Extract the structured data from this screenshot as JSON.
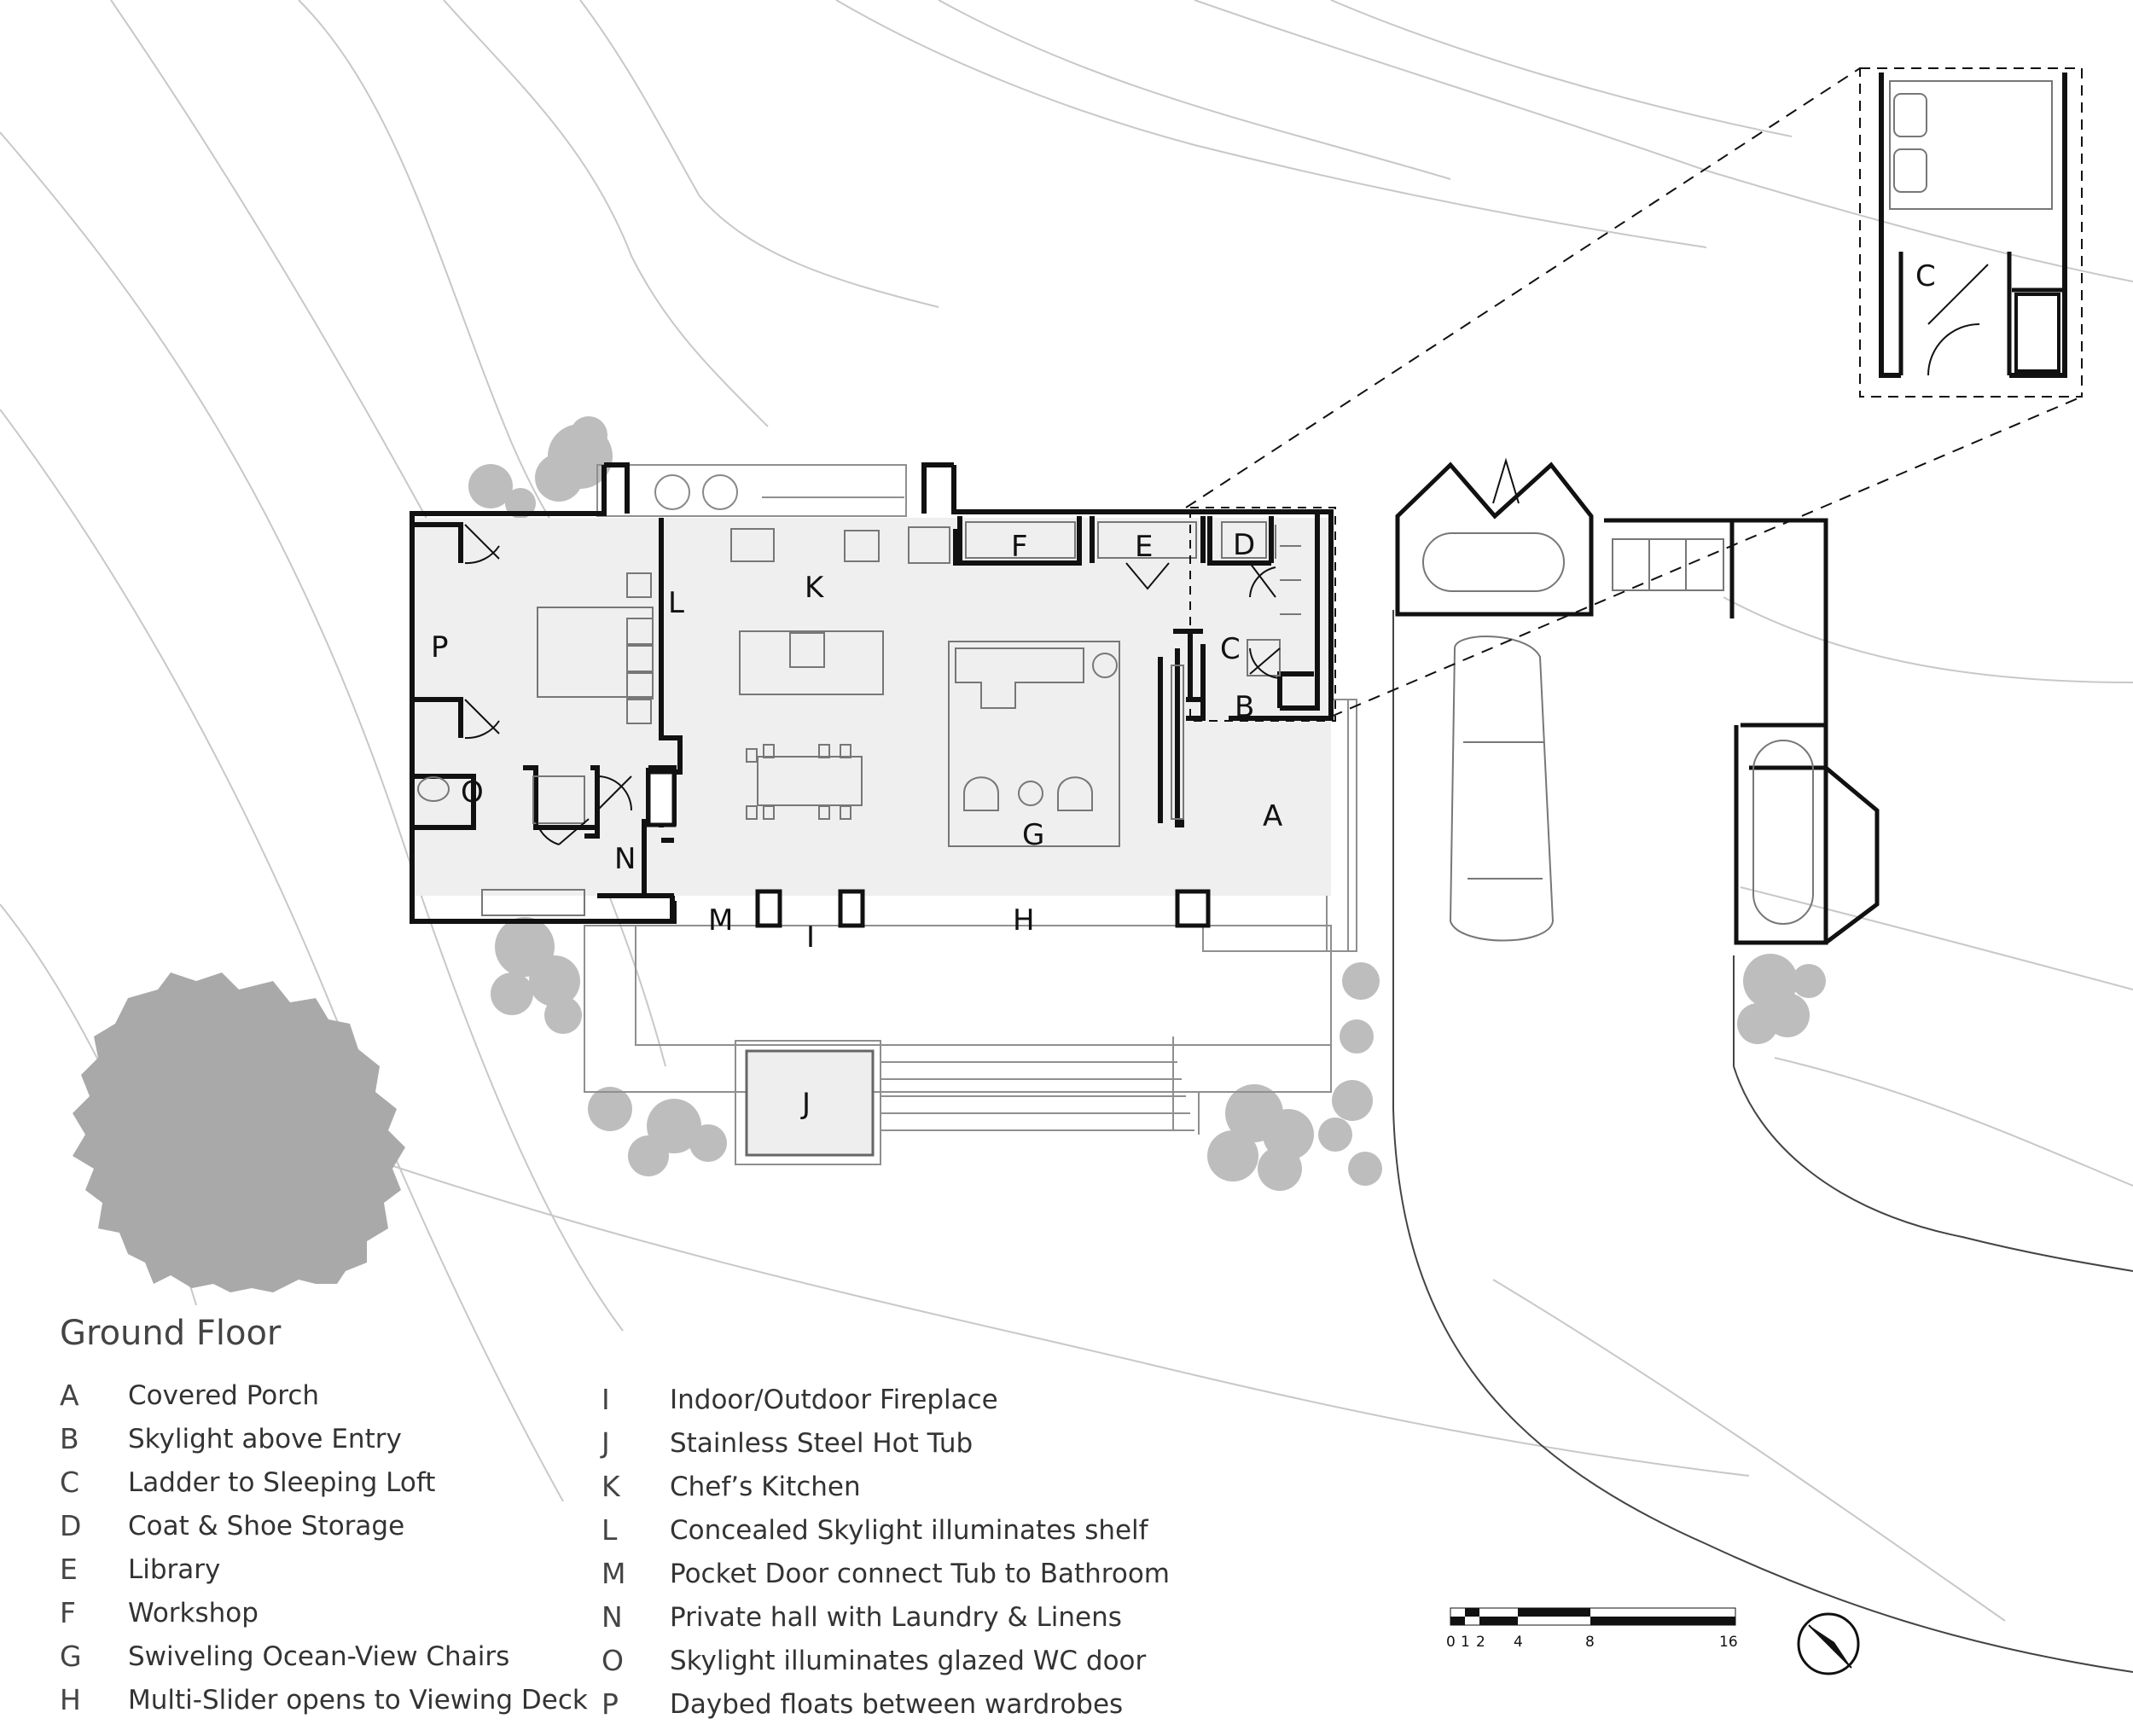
{
  "title": "Ground Floor",
  "legend": [
    {
      "letter": "A",
      "text": "Covered Porch"
    },
    {
      "letter": "B",
      "text": "Skylight above Entry"
    },
    {
      "letter": "C",
      "text": "Ladder to Sleeping Loft"
    },
    {
      "letter": "D",
      "text": "Coat & Shoe Storage"
    },
    {
      "letter": "E",
      "text": "Library"
    },
    {
      "letter": "F",
      "text": "Workshop"
    },
    {
      "letter": "G",
      "text": "Swiveling Ocean-View Chairs"
    },
    {
      "letter": "H",
      "text": "Multi-Slider opens to Viewing Deck"
    },
    {
      "letter": "I",
      "text": "Indoor/Outdoor Fireplace"
    },
    {
      "letter": "J",
      "text": "Stainless Steel Hot Tub"
    },
    {
      "letter": "K",
      "text": "Chef’s Kitchen"
    },
    {
      "letter": "L",
      "text": "Concealed Skylight illuminates shelf"
    },
    {
      "letter": "M",
      "text": "Pocket Door connect Tub to Bathroom"
    },
    {
      "letter": "N",
      "text": "Private hall with Laundry & Linens"
    },
    {
      "letter": "O",
      "text": "Skylight illuminates glazed WC door"
    },
    {
      "letter": "P",
      "text": "Daybed floats between wardrobes"
    }
  ],
  "plan_labels": {
    "A": "A",
    "B": "B",
    "C": "C",
    "D": "D",
    "E": "E",
    "F": "F",
    "G": "G",
    "H": "H",
    "I": "I",
    "J": "J",
    "K": "K",
    "L": "L",
    "M": "M",
    "N": "N",
    "O": "O",
    "P": "P",
    "inset_C": "C"
  },
  "scale_bar": {
    "ticks": [
      "0",
      "1",
      "2",
      "4",
      "8",
      "16"
    ]
  },
  "colors": {
    "wall": "#111111",
    "line": "#9a9a9a",
    "interior": "#efefef",
    "vegetation": "#bdbdbd",
    "tree": "#a9a9a9"
  },
  "icons": {
    "north_arrow": "north-arrow-icon"
  }
}
